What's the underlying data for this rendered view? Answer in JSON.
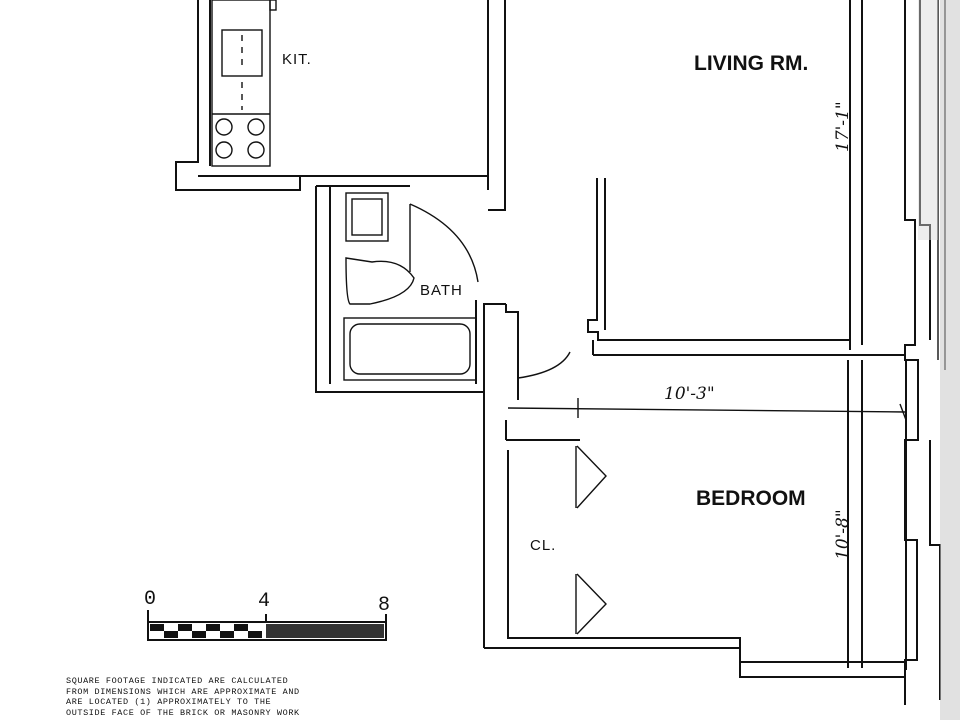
{
  "rooms": {
    "kitchen": "KIT.",
    "living": "LIVING RM.",
    "bath": "BATH",
    "bedroom": "BEDROOM",
    "closet": "CL."
  },
  "dimensions": {
    "living_height": "17'-1\"",
    "bedroom_width": "10'-3\"",
    "bedroom_height": "10'-8\""
  },
  "scale": {
    "labels": [
      "0",
      "4",
      "8"
    ]
  },
  "footnote": "SQUARE FOOTAGE INDICATED ARE CALCULATED\nFROM DIMENSIONS WHICH ARE APPROXIMATE AND\nARE LOCATED (1) APPROXIMATELY TO THE\nOUTSIDE FACE OF THE BRICK OR MASONRY WORK"
}
